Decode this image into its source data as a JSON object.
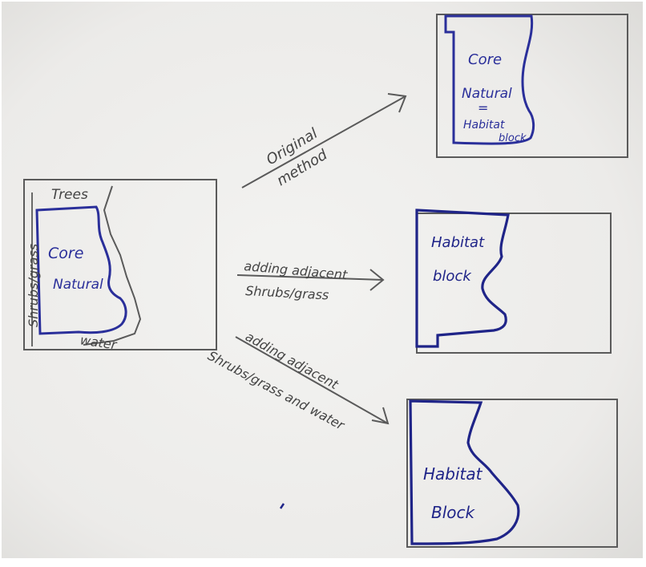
{
  "source": {
    "trees": "Trees",
    "shrubs_grass": "Shrubs/grass",
    "core_line1": "Core",
    "core_line2": "Natural",
    "water": "water"
  },
  "arrows": {
    "original": {
      "line1": "Original",
      "line2": "method"
    },
    "shrubs": {
      "line1": "adding adjacent",
      "line2": "Shrubs/grass"
    },
    "water": {
      "line1": "adding adjacent",
      "line2": "Shrubs/grass and water"
    }
  },
  "results": {
    "original": {
      "line1": "Core",
      "line2": "Natural",
      "line3": "=",
      "line4": "Habitat",
      "line5": "block"
    },
    "shrubs": {
      "line1": "Habitat",
      "line2": "block"
    },
    "water": {
      "line1": "Habitat",
      "line2": "Block"
    }
  },
  "colors": {
    "paper": "#efefed",
    "pencil": "#5a5a5a",
    "ink": "#2a2f9a",
    "ink_dark": "#1f2488"
  }
}
